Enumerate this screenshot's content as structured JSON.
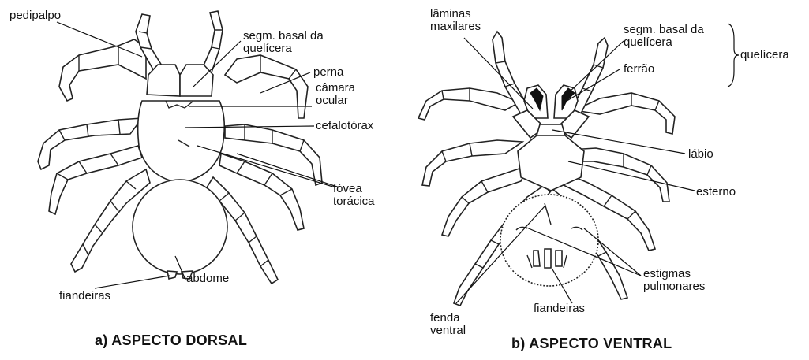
{
  "dorsal": {
    "caption": "a) ASPECTO DORSAL",
    "labels": {
      "pedipalpo": "pedipalpo",
      "segm_basal": "segm. basal da quelícera",
      "perna": "perna",
      "camara_ocular": "câmara ocular",
      "cefalotorax": "cefalotórax",
      "fovea_toracica": "fóvea torácica",
      "abdome": "abdome",
      "fiandeiras": "fiandeiras"
    }
  },
  "ventral": {
    "caption": "b) ASPECTO VENTRAL",
    "labels": {
      "laminas_maxilares": "lâminas maxilares",
      "segm_basal": "segm. basal da quelícera",
      "ferrao": "ferrão",
      "quelicera": "quelícera",
      "labio": "lábio",
      "esterno": "esterno",
      "estigmas_pulmonares": "estigmas pulmonares",
      "fiandeiras": "fiandeiras",
      "fenda_ventral": "fenda ventral"
    }
  }
}
